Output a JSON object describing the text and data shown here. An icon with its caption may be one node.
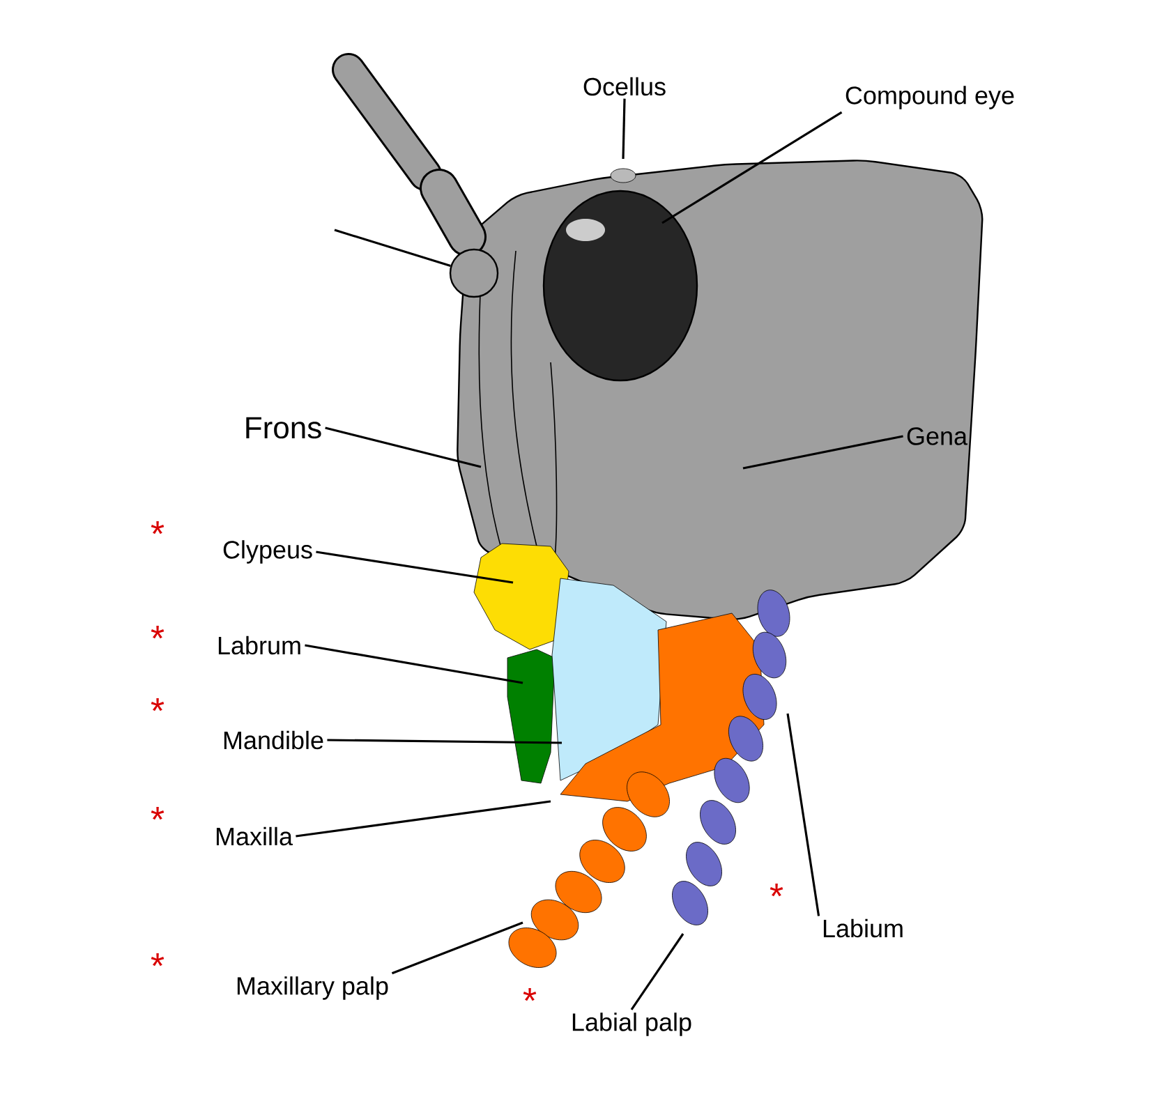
{
  "diagram": {
    "nodes": [
      {
        "text": [
          "Ocellus"
        ]
      },
      {
        "text": [
          "Compound eye"
        ]
      },
      {
        "text": [],
        "shape": "picture"
      },
      {
        "text": [
          "Frons"
        ]
      },
      {
        "text": [
          "Gena"
        ]
      },
      {
        "text": [
          "Clypeus"
        ]
      },
      {
        "text": [
          "Labrum"
        ]
      },
      {
        "text": [
          "Mandible"
        ]
      },
      {
        "text": [
          "Maxilla"
        ]
      },
      {
        "text": [
          "Labium"
        ]
      },
      {
        "text": [
          "Maxillary palp"
        ]
      },
      {
        "text": [
          "Labial palp"
        ]
      }
    ],
    "edges": [
      {
        "from": 0,
        "to": null,
        "arrow": "none"
      },
      {
        "from": 1,
        "to": null,
        "arrow": "none"
      },
      {
        "from": null,
        "to": 2,
        "arrow": "none"
      },
      {
        "from": 3,
        "to": null,
        "arrow": "none"
      },
      {
        "from": 4,
        "to": null,
        "arrow": "none"
      },
      {
        "from": 5,
        "to": null,
        "arrow": "none"
      },
      {
        "from": 6,
        "to": null,
        "arrow": "none"
      },
      {
        "from": 7,
        "to": null,
        "arrow": "none"
      },
      {
        "from": 8,
        "to": null,
        "arrow": "none"
      },
      {
        "from": 9,
        "to": null,
        "arrow": "none"
      },
      {
        "from": 10,
        "to": null,
        "arrow": "none"
      },
      {
        "from": 11,
        "to": null,
        "arrow": "none"
      }
    ],
    "labels": [
      "*",
      "*",
      "*",
      "*",
      "*",
      "*",
      "*"
    ]
  }
}
